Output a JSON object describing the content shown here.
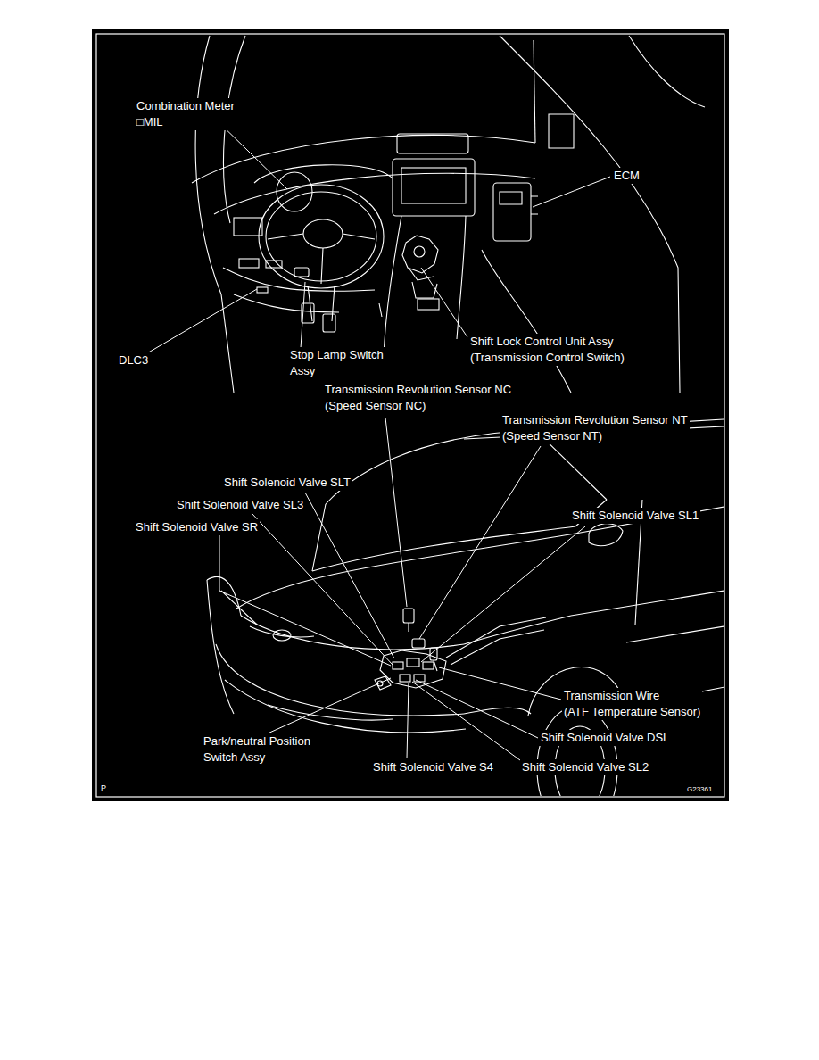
{
  "diagram": {
    "labels": [
      "Combination Meter □MIL",
      "ECM",
      "DLC3",
      "Stop Lamp Switch Assy",
      "Shift Lock Control Unit Assy (Transmission Control Switch)",
      "Transmission Revolution Sensor NC (Speed Sensor NC)",
      "Transmission Revolution Sensor NT (Speed Sensor NT)",
      "Shift Solenoid Valve SLT",
      "Shift Solenoid Valve SL3",
      "Shift Solenoid Valve SR",
      "Shift Solenoid Valve SL1",
      "Transmission Wire (ATF Temperature Sensor)",
      "Shift Solenoid Valve DSL",
      "Park/neutral Position Switch Assy",
      "Shift Solenoid Valve S4",
      "Shift Solenoid Valve SL2",
      "P",
      "G23361"
    ]
  }
}
